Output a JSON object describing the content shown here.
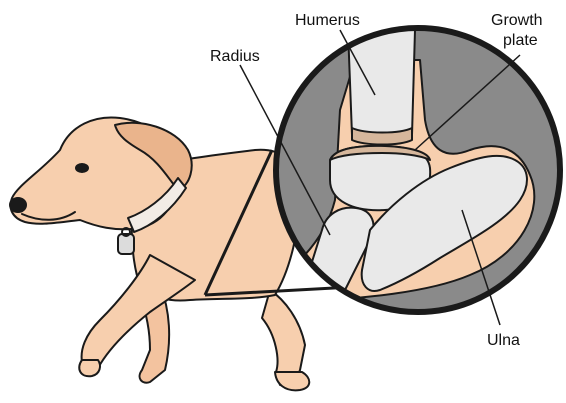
{
  "labels": {
    "humerus": "Humerus",
    "growth_plate_line1": "Growth",
    "growth_plate_line2": "plate",
    "radius": "Radius",
    "ulna": "Ulna"
  },
  "colors": {
    "fur": "#f7cfae",
    "fur_shadow": "#eab48c",
    "outline": "#1a1a1a",
    "inset_background": "#8a8a8a",
    "bone": "#e9e9e9",
    "bone_edge": "#f4c4a4",
    "collar": "#f2ece6"
  }
}
